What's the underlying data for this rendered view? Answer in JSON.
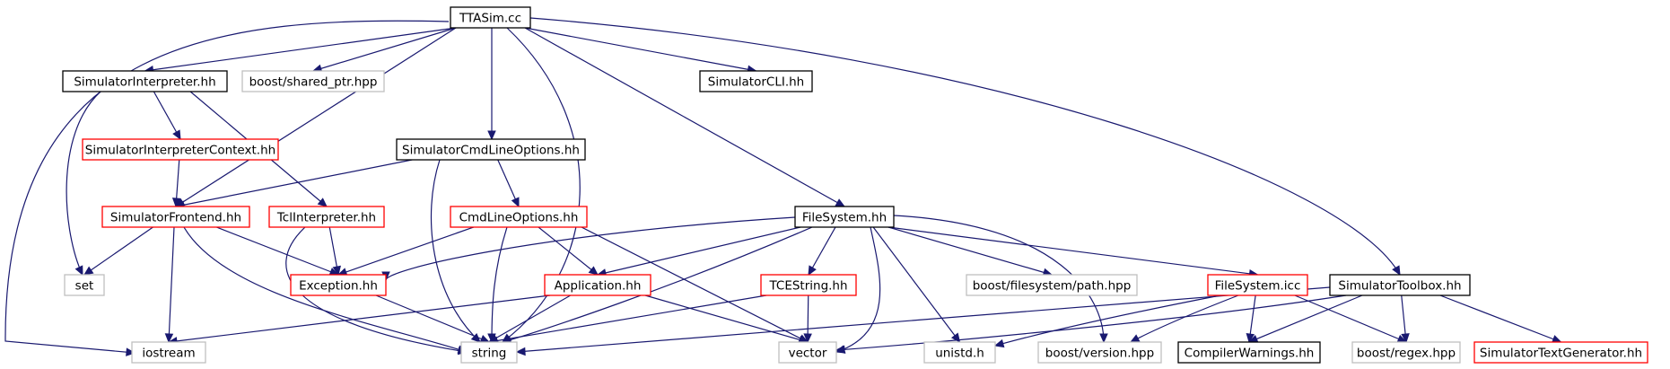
{
  "colors": {
    "edge": "#191970",
    "root_fill": "#bfbfbf",
    "documented_border": "#000000",
    "undocumented_border": "#ff0000",
    "external_border": "#bfbfbf"
  },
  "nodes": [
    {
      "id": "ttasim",
      "label": "TTASim.cc",
      "kind": "root"
    },
    {
      "id": "siminterp",
      "label": "SimulatorInterpreter.hh",
      "kind": "documented"
    },
    {
      "id": "shared_ptr",
      "label": "boost/shared_ptr.hpp",
      "kind": "external"
    },
    {
      "id": "simcli",
      "label": "SimulatorCLI.hh",
      "kind": "documented"
    },
    {
      "id": "siminterpctx",
      "label": "SimulatorInterpreterContext.hh",
      "kind": "truncated"
    },
    {
      "id": "simcmdline",
      "label": "SimulatorCmdLineOptions.hh",
      "kind": "documented"
    },
    {
      "id": "simfrontend",
      "label": "SimulatorFrontend.hh",
      "kind": "truncated"
    },
    {
      "id": "tclinterp",
      "label": "TclInterpreter.hh",
      "kind": "truncated"
    },
    {
      "id": "cmdlineopt",
      "label": "CmdLineOptions.hh",
      "kind": "truncated"
    },
    {
      "id": "filesystem",
      "label": "FileSystem.hh",
      "kind": "documented"
    },
    {
      "id": "set",
      "label": "set",
      "kind": "external"
    },
    {
      "id": "exception",
      "label": "Exception.hh",
      "kind": "truncated"
    },
    {
      "id": "application",
      "label": "Application.hh",
      "kind": "truncated"
    },
    {
      "id": "tcestring",
      "label": "TCEString.hh",
      "kind": "truncated"
    },
    {
      "id": "bfspath",
      "label": "boost/filesystem/path.hpp",
      "kind": "external"
    },
    {
      "id": "fsicc",
      "label": "FileSystem.icc",
      "kind": "truncated"
    },
    {
      "id": "simtoolbox",
      "label": "SimulatorToolbox.hh",
      "kind": "documented"
    },
    {
      "id": "iostream",
      "label": "iostream",
      "kind": "external"
    },
    {
      "id": "string",
      "label": "string",
      "kind": "external"
    },
    {
      "id": "vector",
      "label": "vector",
      "kind": "external"
    },
    {
      "id": "unistd",
      "label": "unistd.h",
      "kind": "external"
    },
    {
      "id": "bversion",
      "label": "boost/version.hpp",
      "kind": "external"
    },
    {
      "id": "compilerwarn",
      "label": "CompilerWarnings.hh",
      "kind": "documented"
    },
    {
      "id": "bregex",
      "label": "boost/regex.hpp",
      "kind": "external"
    },
    {
      "id": "simtextgen",
      "label": "SimulatorTextGenerator.hh",
      "kind": "truncated"
    }
  ],
  "edges": [
    [
      "ttasim",
      "iostream"
    ],
    [
      "ttasim",
      "siminterp"
    ],
    [
      "ttasim",
      "shared_ptr"
    ],
    [
      "ttasim",
      "simfrontend"
    ],
    [
      "ttasim",
      "simcmdline"
    ],
    [
      "ttasim",
      "string"
    ],
    [
      "ttasim",
      "filesystem"
    ],
    [
      "ttasim",
      "simcli"
    ],
    [
      "ttasim",
      "simtoolbox"
    ],
    [
      "siminterp",
      "set"
    ],
    [
      "siminterp",
      "siminterpctx"
    ],
    [
      "siminterp",
      "tclinterp"
    ],
    [
      "siminterpctx",
      "simfrontend"
    ],
    [
      "simcmdline",
      "simfrontend"
    ],
    [
      "simcmdline",
      "cmdlineopt"
    ],
    [
      "simcmdline",
      "string"
    ],
    [
      "simfrontend",
      "set"
    ],
    [
      "simfrontend",
      "iostream"
    ],
    [
      "simfrontend",
      "exception"
    ],
    [
      "simfrontend",
      "string"
    ],
    [
      "tclinterp",
      "exception"
    ],
    [
      "tclinterp",
      "string"
    ],
    [
      "cmdlineopt",
      "exception"
    ],
    [
      "cmdlineopt",
      "application"
    ],
    [
      "cmdlineopt",
      "string"
    ],
    [
      "cmdlineopt",
      "vector"
    ],
    [
      "filesystem",
      "exception"
    ],
    [
      "filesystem",
      "application"
    ],
    [
      "filesystem",
      "string"
    ],
    [
      "filesystem",
      "tcestring"
    ],
    [
      "filesystem",
      "vector"
    ],
    [
      "filesystem",
      "bfspath"
    ],
    [
      "filesystem",
      "unistd"
    ],
    [
      "filesystem",
      "bversion"
    ],
    [
      "filesystem",
      "fsicc"
    ],
    [
      "exception",
      "string"
    ],
    [
      "application",
      "iostream"
    ],
    [
      "application",
      "string"
    ],
    [
      "application",
      "vector"
    ],
    [
      "tcestring",
      "string"
    ],
    [
      "tcestring",
      "vector"
    ],
    [
      "fsicc",
      "unistd"
    ],
    [
      "fsicc",
      "bversion"
    ],
    [
      "fsicc",
      "compilerwarn"
    ],
    [
      "fsicc",
      "bregex"
    ],
    [
      "simtoolbox",
      "string"
    ],
    [
      "simtoolbox",
      "vector"
    ],
    [
      "simtoolbox",
      "compilerwarn"
    ],
    [
      "simtoolbox",
      "bregex"
    ],
    [
      "simtoolbox",
      "simtextgen"
    ]
  ]
}
